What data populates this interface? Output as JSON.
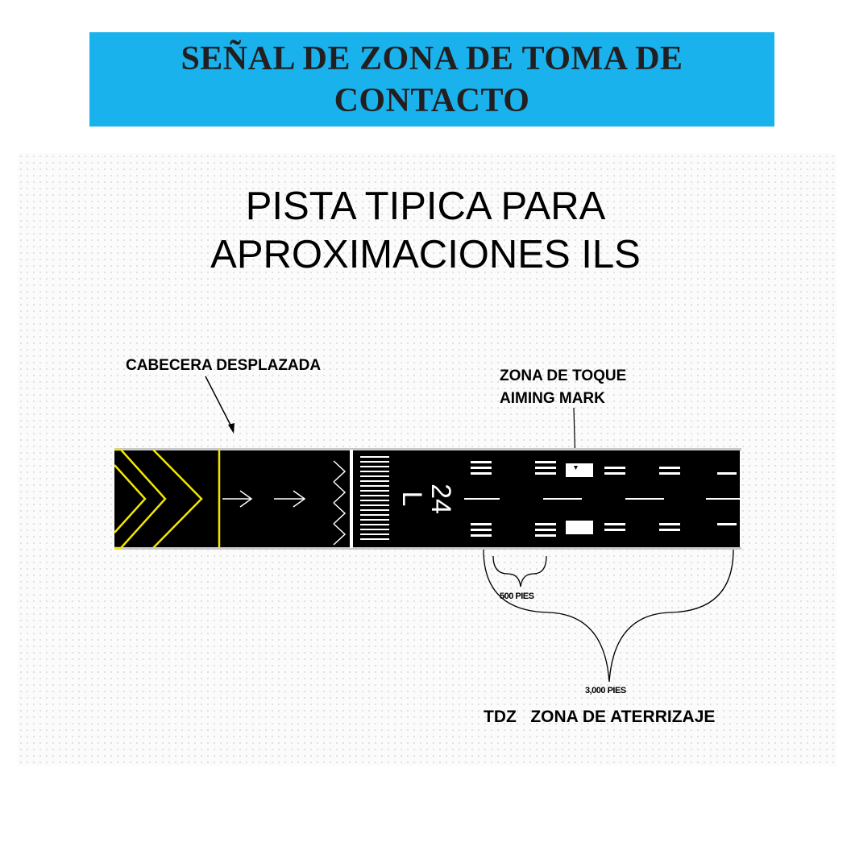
{
  "banner": {
    "title": "SEÑAL DE ZONA DE TOMA  DE CONTACTO"
  },
  "diagram": {
    "title_line1": "PISTA TIPICA PARA",
    "title_line2": "APROXIMACIONES ILS",
    "labels": {
      "displaced_threshold": "CABECERA DESPLAZADA",
      "aiming_line1": "ZONA DE TOQUE",
      "aiming_line2": "AIMING MARK",
      "dist_500": "500 PIES",
      "dist_3000": "3,000 PIES",
      "tdz": "TDZ   ZONA DE ATERRIZAJE"
    },
    "runway": {
      "number": "24",
      "suffix": "L"
    },
    "colors": {
      "banner": "#1ab2ec",
      "runway": "#000000",
      "chevron": "#f2e600",
      "markings": "#ffffff"
    }
  }
}
